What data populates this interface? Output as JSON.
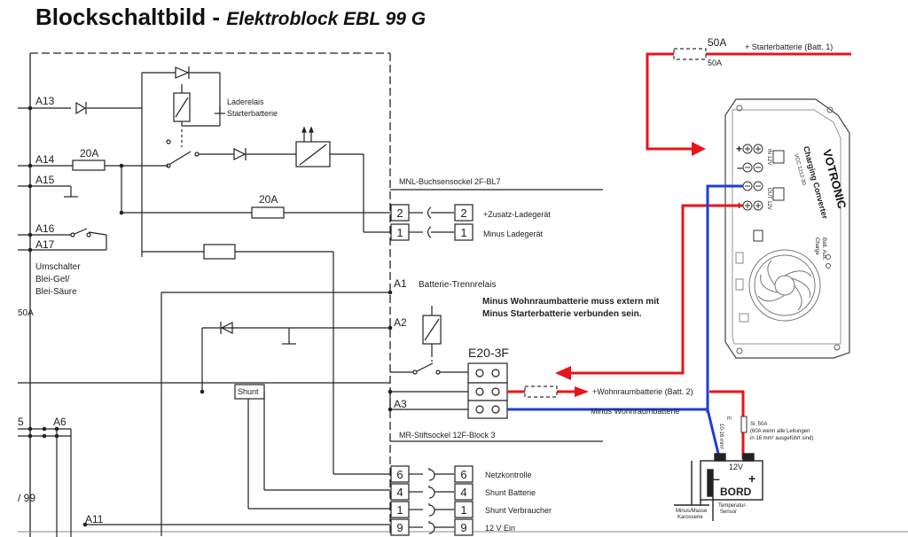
{
  "header": {
    "title": "Blockschaltbild - ",
    "subtitle": "Elektroblock EBL 99 G"
  },
  "left_panel": {
    "terminals": {
      "a13": "A13",
      "a14": "A14",
      "a15": "A15",
      "a16": "A16",
      "a17": "A17",
      "a6": "A6",
      "a11": "A11",
      "five": "5"
    },
    "fuse_20a_1": "20A",
    "fuse_20a_2": "20A",
    "laderelais_line1": "Laderelais",
    "laderelais_line2": "Starterbatterie",
    "umschalter": [
      "Umschalter",
      "Blei-Gel/",
      "Blei-Säure"
    ],
    "side_50a": "50A",
    "side_99": "/ 99",
    "shunt_label": "Shunt"
  },
  "socket_2f": {
    "title": "MNL-Buchsensockel 2F-BL7",
    "pins": [
      {
        "num": "2",
        "label": "+Zusatz-Ladegerät"
      },
      {
        "num": "1",
        "label": "Minus Ladegerät"
      }
    ]
  },
  "relay_area": {
    "a1": "A1",
    "a1_label": "Batterie-Trennrelais",
    "a2": "A2",
    "a3": "A3",
    "note_line1": "Minus Wohnraumbatterie muss extern mit",
    "note_line2": "Minus Starterbatterie verbunden sein."
  },
  "e20": {
    "label": "E20-3F"
  },
  "socket_12f": {
    "title": "MR-Stiftsockel 12F-Block 3",
    "pins": [
      {
        "num": "6",
        "label": "Netzkontrolle"
      },
      {
        "num": "4",
        "label": "Shunt Batterie"
      },
      {
        "num": "1",
        "label": "Shunt Verbraucher"
      },
      {
        "num": "9",
        "label": "12 V Ein"
      }
    ]
  },
  "wiring": {
    "fuse_top": "50A",
    "fuse_top_2": "50A",
    "starter_label": "+ Starterbatterie (Batt. 1)",
    "wohnraum_plus": "+Wohnraumbatterie (Batt. 2)",
    "wohnraum_minus": "Minus Wohnraumbatterie",
    "fuse_note_line1": "Si. 50A",
    "fuse_note_line2": "(60A wenn alle Leitungen",
    "fuse_note_line3": "in 16 mm² ausgeführt sind)",
    "sensor_range": "10-16 mm²",
    "sensor_e": "E",
    "colors": {
      "red": "#e8141c",
      "blue": "#1f3ed4",
      "line": "#222222"
    }
  },
  "converter": {
    "brand": "VOTRONIC",
    "model_line1": "Charging Converter",
    "model_line2": "VCC 1212-30",
    "in_label": "IN 12V",
    "out_label": "OUT 12V",
    "batt_aux": "Batt. Aux.",
    "charge": "Charge",
    "fan_icon": "fan-grille-icon"
  },
  "battery": {
    "name": "BORD",
    "voltage": "12V",
    "minus_sym": "–",
    "plus_sym": "+",
    "minus_label_line1": "Minus/Masse",
    "minus_label_line2": "Karosserie",
    "sensor_line1": "Temperatur-",
    "sensor_line2": "Sensor"
  }
}
